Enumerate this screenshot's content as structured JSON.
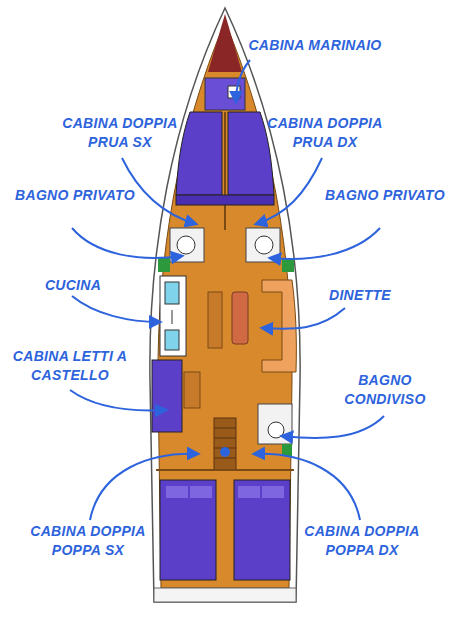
{
  "diagram": {
    "labels": [
      "CABINA MARINAIO",
      "CABINA DOPPIA PRUA SX",
      "CABINA DOPPIA PRUA DX",
      "BAGNO PRIVATO",
      "BAGNO PRIVATO",
      "CUCINA",
      "DINETTE",
      "CABINA LETTI A CASTELLO",
      "BAGNO CONDIVISO",
      "CABINA DOPPIA POPPA SX",
      "CABINA DOPPIA POPPA DX"
    ]
  }
}
